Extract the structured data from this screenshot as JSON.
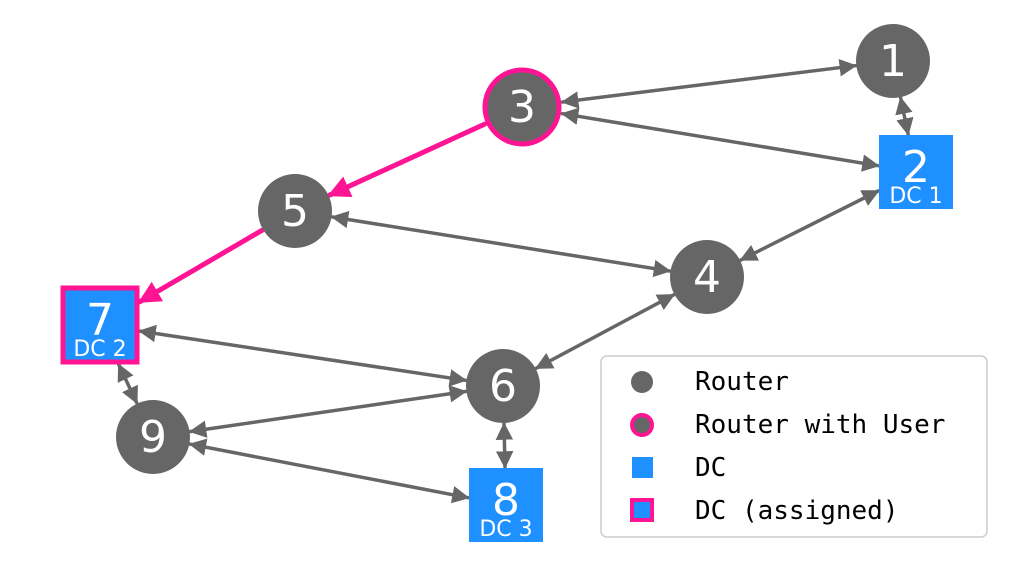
{
  "colors": {
    "router": "#666666",
    "dc": "#1e90ff",
    "highlight": "#ff1493",
    "edge": "#666666",
    "background": "#ffffff"
  },
  "nodes": [
    {
      "id": "1",
      "type": "router",
      "label": "1"
    },
    {
      "id": "2",
      "type": "dc",
      "label": "2",
      "sublabel": "DC 1"
    },
    {
      "id": "3",
      "type": "router_user",
      "label": "3"
    },
    {
      "id": "4",
      "type": "router",
      "label": "4"
    },
    {
      "id": "5",
      "type": "router",
      "label": "5"
    },
    {
      "id": "6",
      "type": "router",
      "label": "6"
    },
    {
      "id": "7",
      "type": "dc_assigned",
      "label": "7",
      "sublabel": "DC 2"
    },
    {
      "id": "8",
      "type": "dc",
      "label": "8",
      "sublabel": "DC 3"
    },
    {
      "id": "9",
      "type": "router",
      "label": "9"
    }
  ],
  "edges": [
    {
      "from": "1",
      "to": "3",
      "path": false
    },
    {
      "from": "1",
      "to": "2",
      "path": false
    },
    {
      "from": "3",
      "to": "2",
      "path": false
    },
    {
      "from": "3",
      "to": "5",
      "path": true
    },
    {
      "from": "2",
      "to": "4",
      "path": false
    },
    {
      "from": "5",
      "to": "4",
      "path": false
    },
    {
      "from": "5",
      "to": "7",
      "path": true
    },
    {
      "from": "4",
      "to": "6",
      "path": false
    },
    {
      "from": "7",
      "to": "6",
      "path": false
    },
    {
      "from": "7",
      "to": "9",
      "path": false
    },
    {
      "from": "9",
      "to": "6",
      "path": false
    },
    {
      "from": "6",
      "to": "8",
      "path": false
    },
    {
      "from": "9",
      "to": "8",
      "path": false
    }
  ],
  "legend": {
    "items": [
      {
        "type": "router",
        "label": "Router"
      },
      {
        "type": "router_user",
        "label": "Router with User"
      },
      {
        "type": "dc",
        "label": "DC"
      },
      {
        "type": "dc_assigned",
        "label": "DC (assigned)"
      }
    ]
  }
}
